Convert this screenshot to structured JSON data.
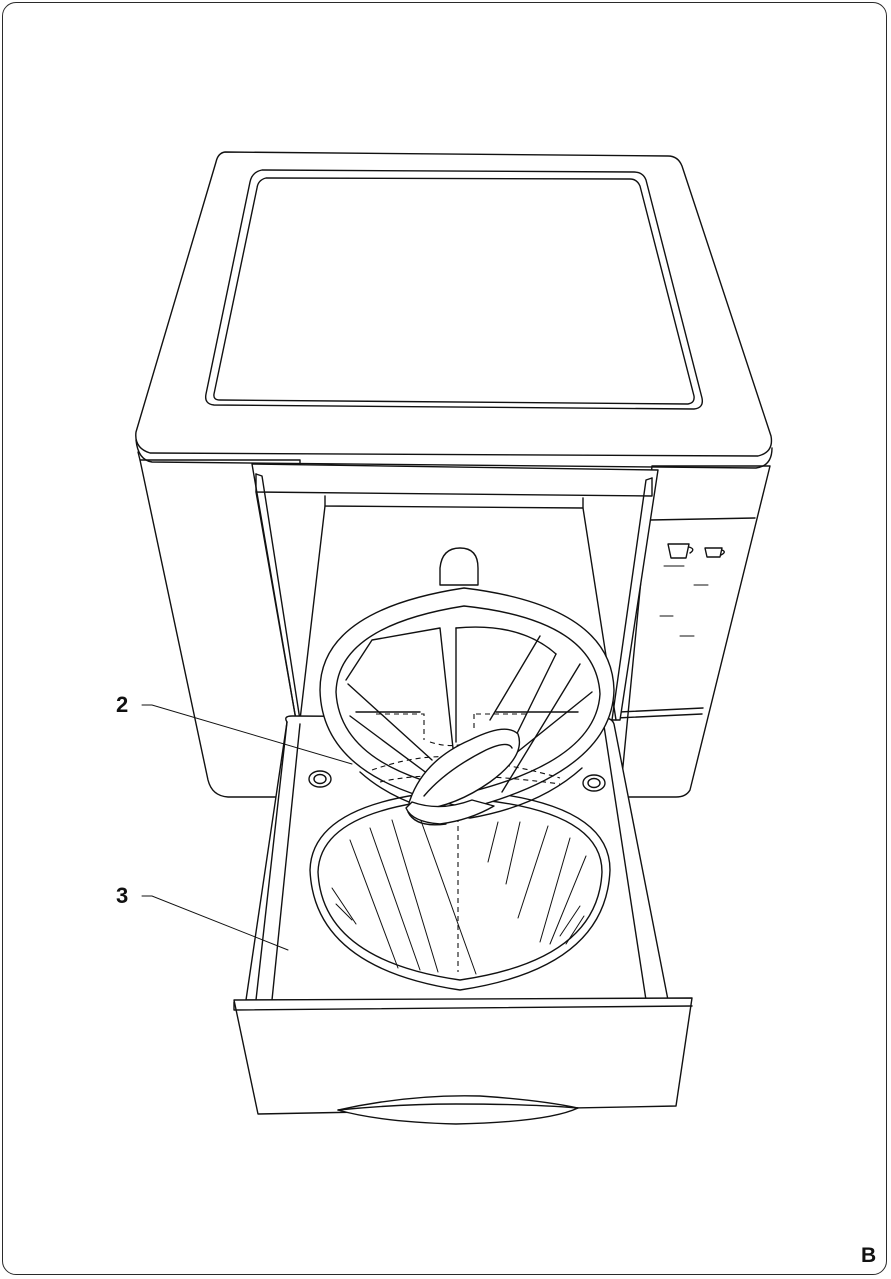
{
  "callouts": [
    {
      "id": "2",
      "label": "2"
    },
    {
      "id": "3",
      "label": "3"
    }
  ],
  "figure": {
    "letter": "B"
  },
  "colors": {
    "line": "#111111",
    "background": "#ffffff"
  }
}
